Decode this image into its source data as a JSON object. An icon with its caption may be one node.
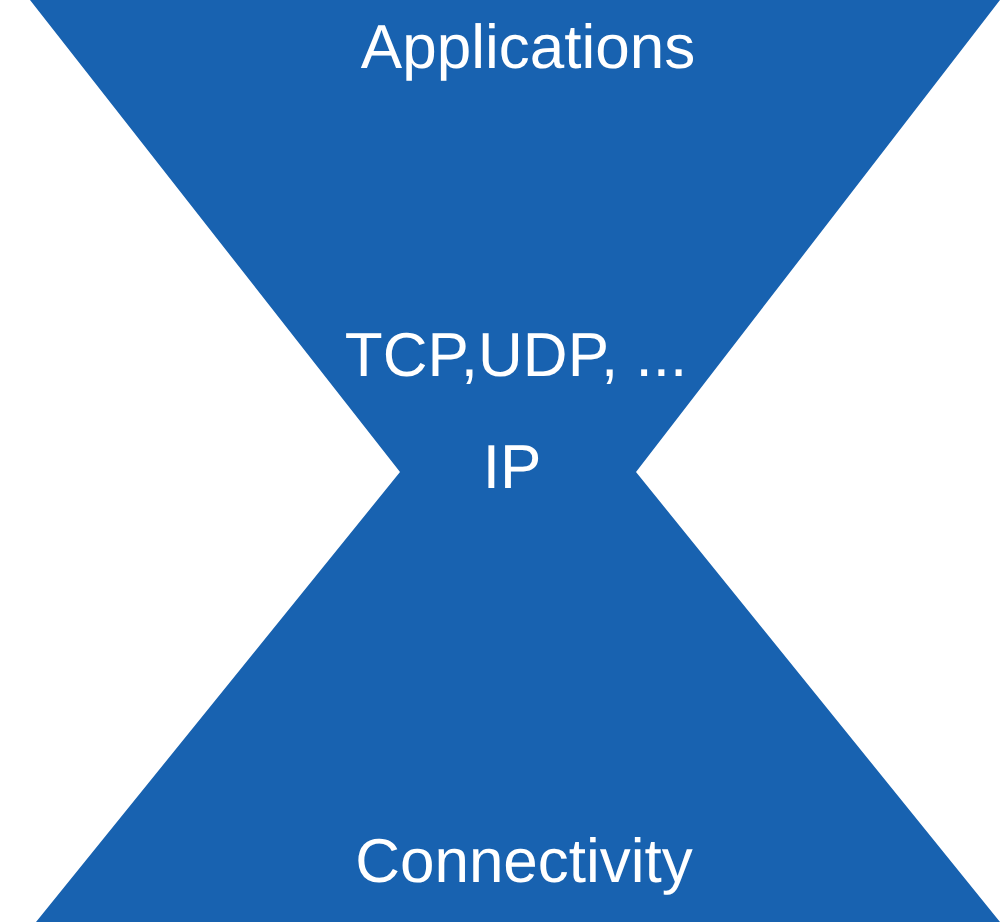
{
  "diagram": {
    "nodes": [
      {
        "text": [
          "Applications",
          "TCP,UDP, ...",
          "IP",
          "Connectivity"
        ]
      }
    ]
  }
}
